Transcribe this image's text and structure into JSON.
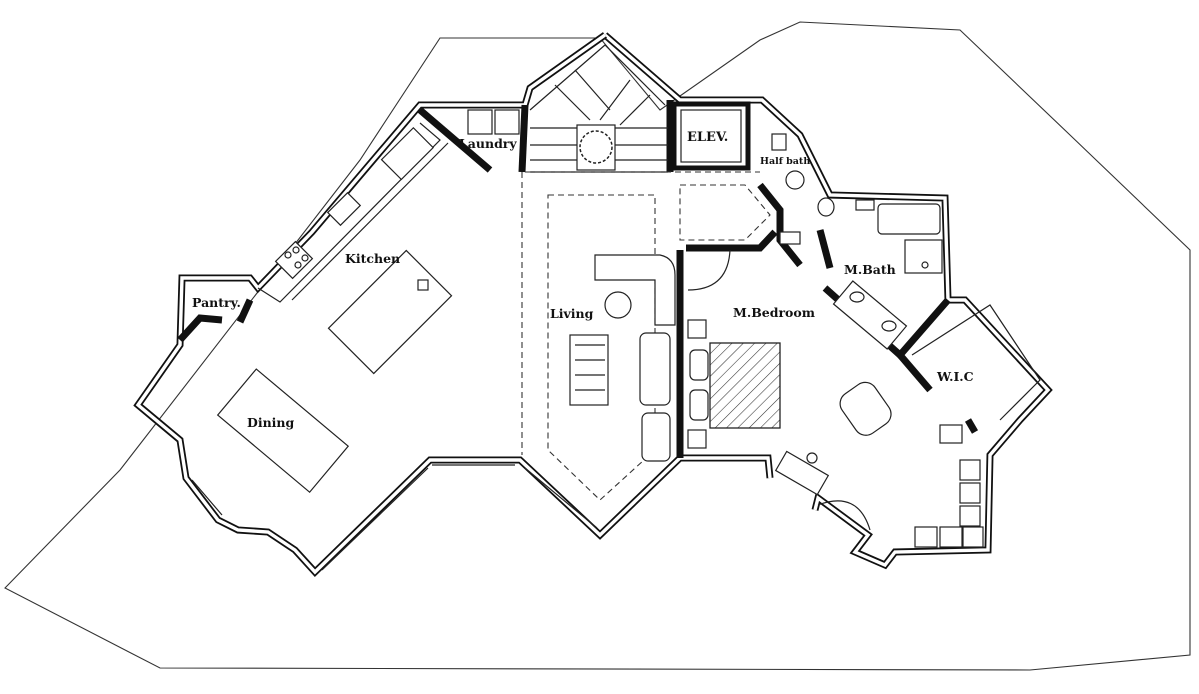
{
  "rooms": {
    "laundry": "Laundry",
    "kitchen": "Kitchen",
    "pantry": "Pantry.",
    "dining": "Dining",
    "living": "Living",
    "elevator": "ELEV.",
    "half_bath": "Half bath",
    "master_bath": "M.Bath",
    "master_bedroom": "M.Bedroom",
    "walk_in_closet": "W.I.C"
  }
}
